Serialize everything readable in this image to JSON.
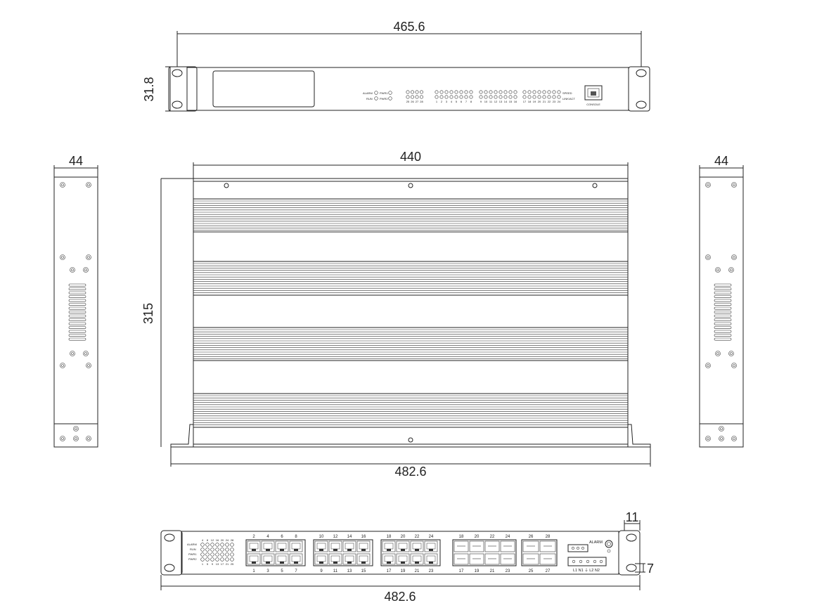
{
  "dimensions": {
    "top_width": "465.6",
    "top_height": "31.8",
    "side_depth_left": "44",
    "side_depth_right": "44",
    "main_width": "440",
    "main_depth": "315",
    "main_overall": "482.6",
    "front_overall": "482.6",
    "ear_width": "11",
    "ear_hole": "7"
  },
  "top_panel": {
    "alarm": "ALARM",
    "run": "RUN",
    "pwr1": "PWR1",
    "pwr2": "PWR2",
    "sfp_labels": [
      "25",
      "26",
      "27",
      "28"
    ],
    "port_labels": [
      "1",
      "2",
      "3",
      "4",
      "5",
      "6",
      "7",
      "8",
      "9",
      "10",
      "11",
      "12",
      "13",
      "14",
      "15",
      "16",
      "17",
      "18",
      "19",
      "20",
      "21",
      "22",
      "23",
      "24"
    ],
    "speed": "SPEED",
    "link_act": "LINK/ACT",
    "console": "CONSOLE"
  },
  "front_panel": {
    "led_labels": [
      "ALARM",
      "RUN",
      "PWR1",
      "PWR2"
    ],
    "led_top_numbers": [
      "4",
      "8",
      "12",
      "16",
      "20",
      "24",
      "28"
    ],
    "led_bottom_numbers": [
      "1",
      "5",
      "9",
      "13",
      "17",
      "21",
      "25"
    ],
    "rj45_groups": [
      {
        "top": [
          "2",
          "4",
          "6",
          "8"
        ],
        "bottom": [
          "1",
          "3",
          "5",
          "7"
        ]
      },
      {
        "top": [
          "10",
          "12",
          "14",
          "16"
        ],
        "bottom": [
          "9",
          "11",
          "13",
          "15"
        ]
      },
      {
        "top": [
          "18",
          "20",
          "22",
          "24"
        ],
        "bottom": [
          "17",
          "19",
          "21",
          "23"
        ]
      }
    ],
    "sfp_group_a": {
      "top": [
        "18",
        "20",
        "22",
        "24"
      ],
      "bottom": [
        "17",
        "19",
        "21",
        "23"
      ]
    },
    "sfp_group_b": {
      "top": [
        "26",
        "28"
      ],
      "bottom": [
        "25",
        "27"
      ]
    },
    "alarm_label": "ALARM",
    "power_label": "L1 N1 ⏚ L2 N2"
  }
}
